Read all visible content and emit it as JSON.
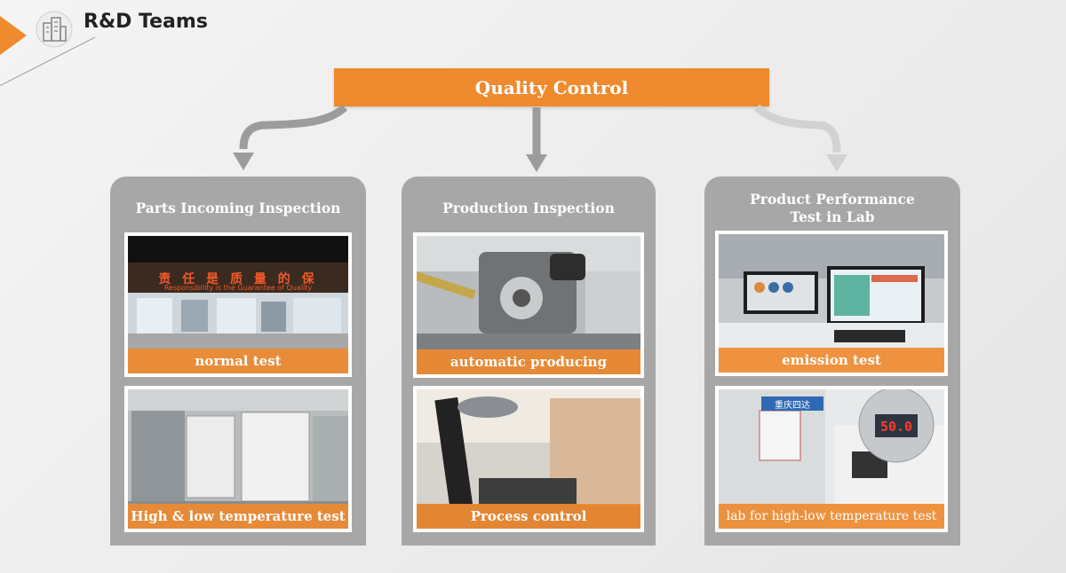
{
  "header": {
    "title": "R&D Teams",
    "icon": "building-icon"
  },
  "quality_control": {
    "label": "Quality Control"
  },
  "colors": {
    "accent": "#ef8a2e",
    "card": "#a8a7a7",
    "arrow": "#9c9c9c"
  },
  "columns": [
    {
      "title": "Parts  Incoming Inspection",
      "photos": [
        {
          "caption": "normal  test",
          "sign_text": "责 任 是 质 量 的 保",
          "sign_subtext": "Responsibility is the Guarantee of Quality"
        },
        {
          "caption": "High & low temperature test"
        }
      ]
    },
    {
      "title": "Production Inspection",
      "photos": [
        {
          "caption": "automatic producing"
        },
        {
          "caption": "Process control"
        }
      ]
    },
    {
      "title_lines": [
        "Product Performance",
        "Test in Lab"
      ],
      "photos": [
        {
          "caption": "emission test"
        },
        {
          "caption": "lab for high-low temperature test",
          "sign_text": "重庆四达",
          "display_value": "50.0"
        }
      ]
    }
  ]
}
